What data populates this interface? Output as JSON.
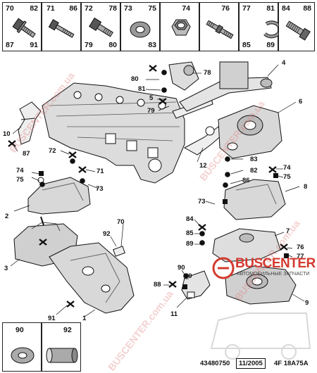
{
  "header_parts": [
    {
      "top_left": "70",
      "top_right": "82",
      "bottom_left": "87",
      "bottom_right": "91",
      "icon": "flange-bolt-icon"
    },
    {
      "top_left": "71",
      "top_right": "86",
      "bottom_left": "",
      "bottom_right": "",
      "icon": "long-bolt-icon"
    },
    {
      "top_left": "72",
      "top_right": "78",
      "bottom_left": "79",
      "bottom_right": "80",
      "icon": "hex-bolt-icon"
    },
    {
      "top_left": "73",
      "top_right": "75",
      "bottom_left": "",
      "bottom_right": "83",
      "icon": "washer-icon"
    },
    {
      "top_left": "",
      "top_right": "74",
      "bottom_left": "",
      "bottom_right": "",
      "icon": "hex-nut-icon"
    },
    {
      "top_left": "",
      "top_right": "76",
      "bottom_left": "",
      "bottom_right": "",
      "icon": "stud-bolt-icon"
    },
    {
      "top_left": "77",
      "top_right": "81",
      "bottom_left": "85",
      "bottom_right": "89",
      "icon": "lock-washer-icon"
    },
    {
      "top_left": "84",
      "top_right": "88",
      "bottom_left": "",
      "bottom_right": "",
      "icon": "short-bolt-icon"
    }
  ],
  "callouts": [
    {
      "id": "80",
      "text": "80"
    },
    {
      "id": "81",
      "text": "81"
    },
    {
      "id": "78",
      "text": "78"
    },
    {
      "id": "5",
      "text": "5"
    },
    {
      "id": "79",
      "text": "79"
    },
    {
      "id": "4",
      "text": "4"
    },
    {
      "id": "6",
      "text": "6"
    },
    {
      "id": "10",
      "text": "10"
    },
    {
      "id": "87",
      "text": "87"
    },
    {
      "id": "72",
      "text": "72"
    },
    {
      "id": "71",
      "text": "71"
    },
    {
      "id": "73a",
      "text": "73"
    },
    {
      "id": "74a",
      "text": "74"
    },
    {
      "id": "75a",
      "text": "75"
    },
    {
      "id": "12",
      "text": "12"
    },
    {
      "id": "83",
      "text": "83"
    },
    {
      "id": "82",
      "text": "82"
    },
    {
      "id": "86",
      "text": "86"
    },
    {
      "id": "74b",
      "text": "74"
    },
    {
      "id": "75b",
      "text": "75"
    },
    {
      "id": "8",
      "text": "8"
    },
    {
      "id": "73b",
      "text": "73"
    },
    {
      "id": "2",
      "text": "2"
    },
    {
      "id": "70",
      "text": "70"
    },
    {
      "id": "92",
      "text": "92"
    },
    {
      "id": "84",
      "text": "84"
    },
    {
      "id": "85",
      "text": "85"
    },
    {
      "id": "89a",
      "text": "89"
    },
    {
      "id": "7",
      "text": "7"
    },
    {
      "id": "76",
      "text": "76"
    },
    {
      "id": "77",
      "text": "77"
    },
    {
      "id": "3",
      "text": "3"
    },
    {
      "id": "90",
      "text": "90"
    },
    {
      "id": "89b",
      "text": "89"
    },
    {
      "id": "88",
      "text": "88"
    },
    {
      "id": "11",
      "text": "11"
    },
    {
      "id": "9",
      "text": "9"
    },
    {
      "id": "91",
      "text": "91"
    },
    {
      "id": "1",
      "text": "1"
    }
  ],
  "bottom_parts": [
    {
      "label": "90",
      "icon": "flat-washer-icon"
    },
    {
      "label": "92",
      "icon": "spacer-sleeve-icon"
    }
  ],
  "footer": {
    "code": "43480750",
    "date": "11/2005",
    "ref": "4F 18A75A"
  },
  "watermark": "BUSCENTER.com.ua",
  "logo": {
    "name": "BUSCENTER",
    "tagline": "АВТОМОБИЛЬНЫЕ ЗАПЧАСТИ"
  }
}
